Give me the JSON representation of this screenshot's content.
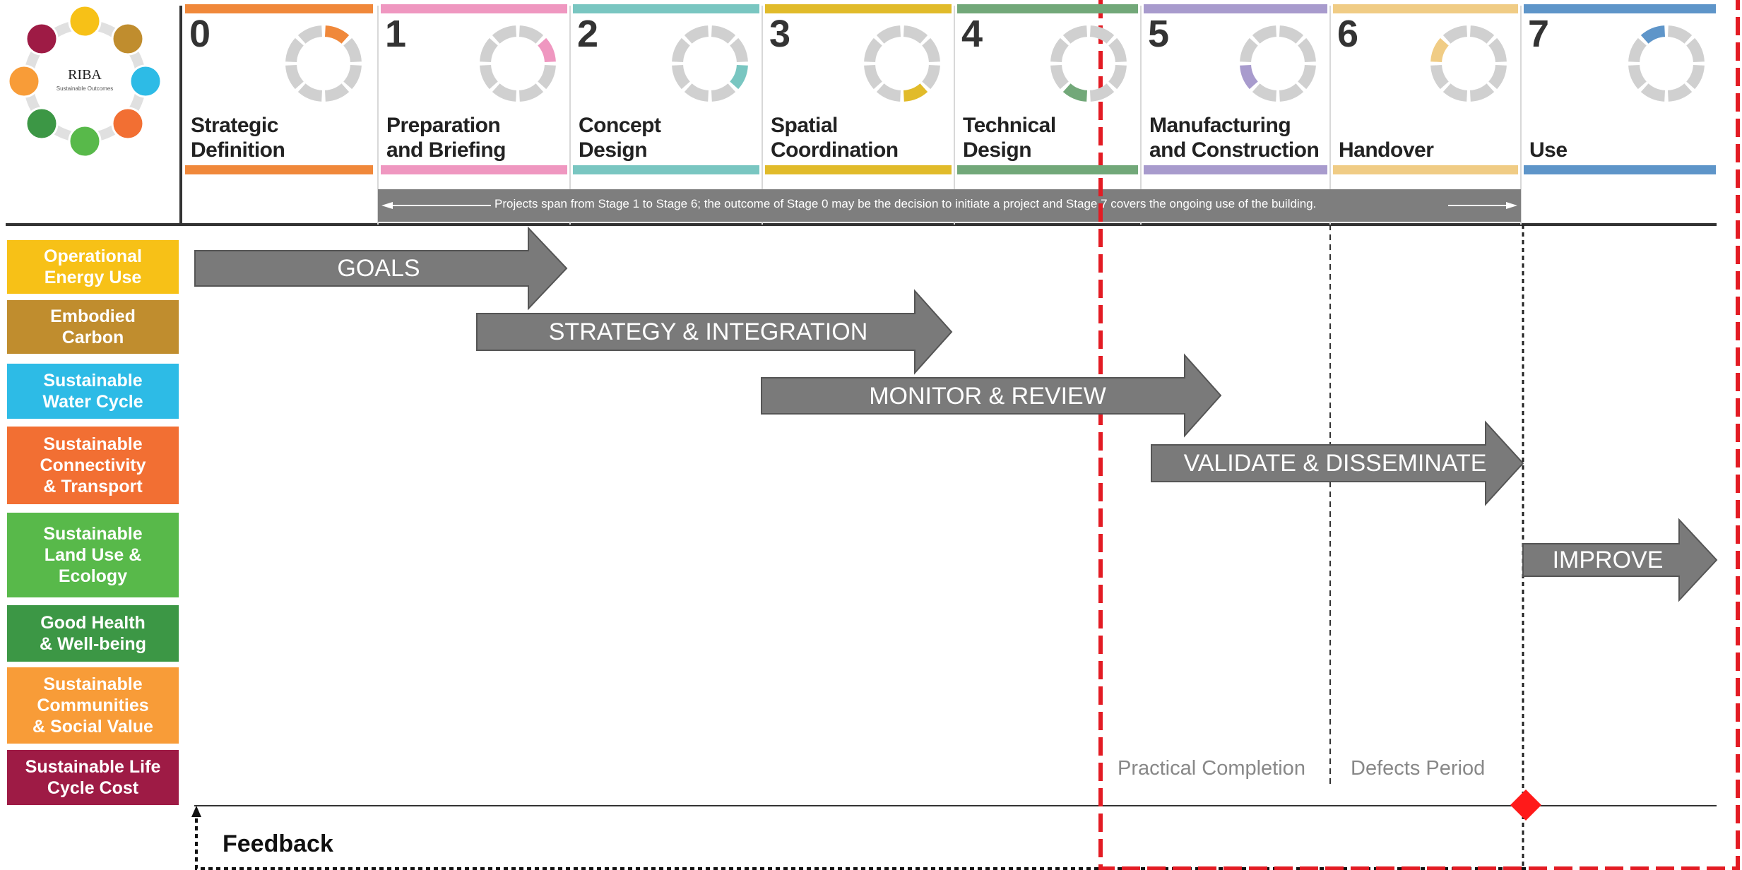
{
  "logo": {
    "name": "RIBA",
    "subtitle": "Sustainable Outcomes"
  },
  "stages": [
    {
      "num": "0",
      "title1": "Strategic",
      "title2": "Definition",
      "color": "#f0883a"
    },
    {
      "num": "1",
      "title1": "Preparation",
      "title2": "and Briefing",
      "color": "#ef97c0"
    },
    {
      "num": "2",
      "title1": "Concept",
      "title2": "Design",
      "color": "#79c6c1"
    },
    {
      "num": "3",
      "title1": "Spatial",
      "title2": "Coordination",
      "color": "#e1bb2a"
    },
    {
      "num": "4",
      "title1": "Technical",
      "title2": "Design",
      "color": "#72a879"
    },
    {
      "num": "5",
      "title1": "Manufacturing",
      "title2": "and Construction",
      "color": "#a89bcd"
    },
    {
      "num": "6",
      "title1": "",
      "title2": "Handover",
      "color": "#f0cc85"
    },
    {
      "num": "7",
      "title1": "",
      "title2": "Use",
      "color": "#5e95c9"
    }
  ],
  "span_note": "Projects span from Stage 1 to Stage 6; the outcome of Stage 0 may be the decision to initiate a project and Stage 7 covers the ongoing use of the building.",
  "categories": [
    {
      "l1": "Operational",
      "l2": "Energy Use",
      "l3": "",
      "color": "#f7c117"
    },
    {
      "l1": "Embodied",
      "l2": "Carbon",
      "l3": "",
      "color": "#c08d2e"
    },
    {
      "l1": "Sustainable",
      "l2": "Water Cycle",
      "l3": "",
      "color": "#2dbbe6"
    },
    {
      "l1": "Sustainable",
      "l2": "Connectivity",
      "l3": "& Transport",
      "color": "#f26f33"
    },
    {
      "l1": "Sustainable",
      "l2": "Land Use &",
      "l3": "Ecology",
      "color": "#58b94a"
    },
    {
      "l1": "Good Health",
      "l2": "& Well-being",
      "l3": "",
      "color": "#3c9745"
    },
    {
      "l1": "Sustainable",
      "l2": "Communities",
      "l3": "& Social Value",
      "color": "#f89c38"
    },
    {
      "l1": "Sustainable Life",
      "l2": "Cycle Cost",
      "l3": "",
      "color": "#9e1b45"
    }
  ],
  "phases": [
    {
      "label": "GOALS"
    },
    {
      "label": "STRATEGY & INTEGRATION"
    },
    {
      "label": "MONITOR & REVIEW"
    },
    {
      "label": "VALIDATE & DISSEMINATE"
    },
    {
      "label": "IMPROVE"
    }
  ],
  "notes": {
    "practical_completion": "Practical Completion",
    "defects_period": "Defects Period",
    "feedback": "Feedback"
  },
  "colors": {
    "arrow_fill": "#7a7a7a",
    "highlight_red": "#e31b23",
    "milestone": "#ff1a1a"
  }
}
